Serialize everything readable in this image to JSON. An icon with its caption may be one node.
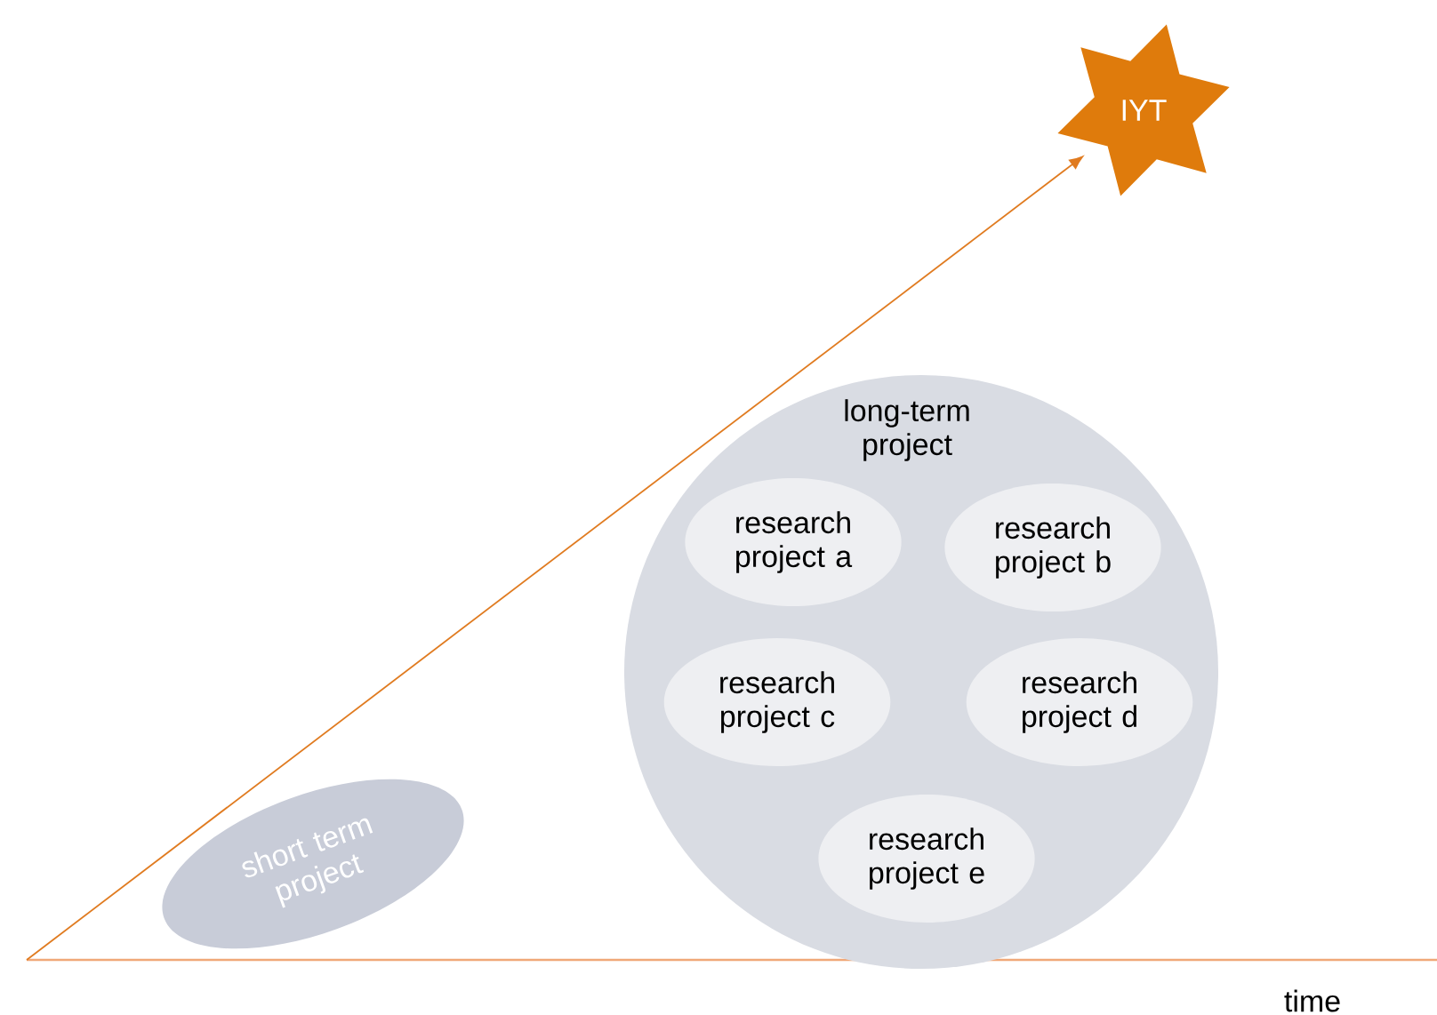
{
  "diagram": {
    "nodes": [
      {
        "text": [
          "short term project"
        ]
      },
      {
        "text": [
          "long-term project"
        ]
      },
      {
        "text": [
          "research project a"
        ],
        "in": 1
      },
      {
        "text": [
          "research project b"
        ],
        "in": 1
      },
      {
        "text": [
          "research project c"
        ],
        "in": 1
      },
      {
        "text": [
          "research project d"
        ],
        "in": 1
      },
      {
        "text": [
          "research project e"
        ],
        "in": 1
      },
      {
        "text": [
          "IYT"
        ]
      }
    ],
    "edges": [
      {
        "from": null,
        "to": 7,
        "arrow": "to"
      }
    ],
    "labels": [
      "time"
    ]
  }
}
